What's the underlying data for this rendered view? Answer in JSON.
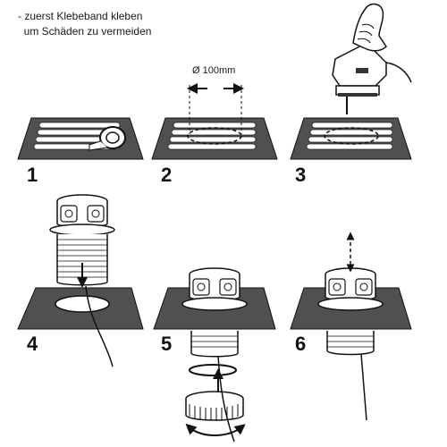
{
  "instruction": {
    "line1": "- zuerst Klebeband kleben",
    "line2": "  um Schäden zu vermeiden"
  },
  "dimension_label": "Ø 100mm",
  "steps": [
    {
      "number": "1"
    },
    {
      "number": "2"
    },
    {
      "number": "3"
    },
    {
      "number": "4"
    },
    {
      "number": "5"
    },
    {
      "number": "6"
    }
  ],
  "colors": {
    "panel": "#505050",
    "line": "#111111",
    "tape": "#ffffff"
  },
  "icons": [
    "tape-roll-icon",
    "jigsaw-icon",
    "hand-icon",
    "socket-tower-icon",
    "lock-ring-icon"
  ]
}
